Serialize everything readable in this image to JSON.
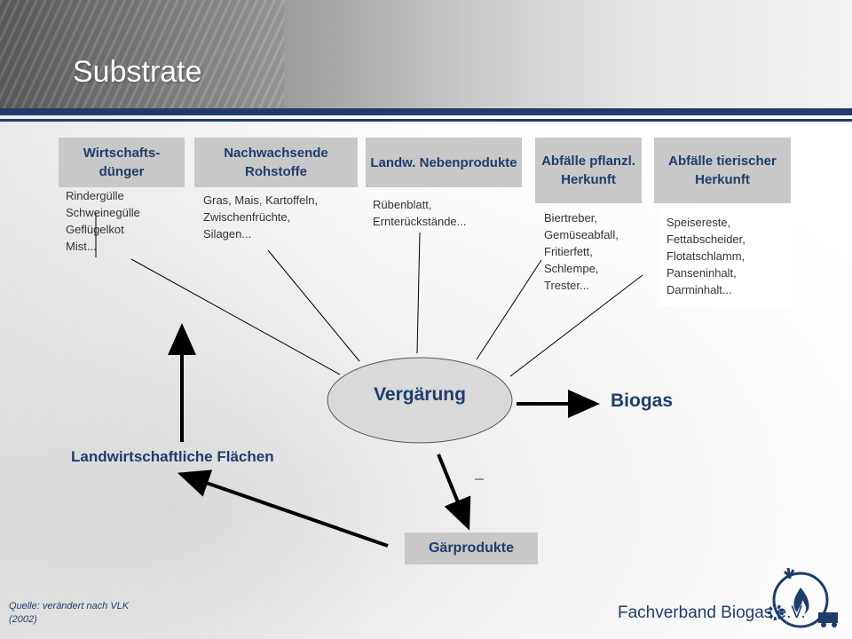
{
  "slide": {
    "title": "Substrate"
  },
  "categories": [
    {
      "id": "wirtschaftsduenger",
      "label": "Wirtschafts-\ndünger",
      "items": "Rindergülle\nSchweinegülle\nGeflügelkot\nMist..."
    },
    {
      "id": "nawaro",
      "label": "Nachwachsende\nRohstoffe",
      "items": "Gras, Mais, Kartoffeln,\nZwischenfrüchte,\nSilagen..."
    },
    {
      "id": "nebenprodukte",
      "label": "Landw.\nNebenprodukte",
      "items": "Rübenblatt,\nErnterückstände..."
    },
    {
      "id": "pflanzlich",
      "label": "Abfälle\npflanzl.\nHerkunft",
      "items": "Biertreber,\nGemüseabfall,\nFritierfett,\nSchlempe,\nTrester..."
    },
    {
      "id": "tierisch",
      "label": "Abfälle\ntierischer\nHerkunft",
      "items": "Speisereste,\nFettabscheider,\nFlotatschlamm,\nPanseninhalt,\nDarminhalt..."
    }
  ],
  "center": "Vergärung",
  "outputs": {
    "biogas": "Biogas",
    "gaerprodukte": "Gärprodukte",
    "flaechen": "Landwirtschaftliche Flächen"
  },
  "footer": {
    "source": "Quelle: verändert nach VLK\n(2002)",
    "organization": "Fachverband Biogas e.V."
  },
  "colors": {
    "accent": "#1f3d6b",
    "box": "#c8c8c8",
    "ellipse": "#d9d9d9"
  }
}
